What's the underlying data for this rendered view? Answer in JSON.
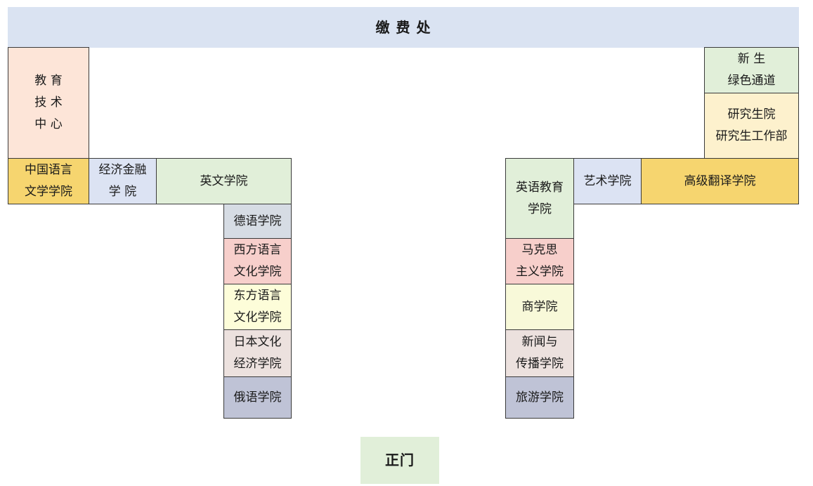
{
  "colors": {
    "header": "#dae3f2",
    "peach": "#fde5d8",
    "yellow": "#f6d56f",
    "blue": "#dce3f3",
    "green": "#e1efd9",
    "gray_blue": "#d6dce4",
    "pink": "#f7cfcb",
    "light_yellow": "#fdfdd9",
    "mauve": "#ece1de",
    "slate": "#bfc3d6",
    "cream": "#fdf1cd",
    "pale_yellow": "#f8f9d9"
  },
  "header": {
    "label": "缴  费  处"
  },
  "gate": {
    "label": "正门"
  },
  "left": {
    "edu_tech": "教 育\n技 术\n中 心",
    "chinese": "中国语言\n文学学院",
    "finance": "经济金融\n学 院",
    "english": "英文学院",
    "german": "德语学院",
    "western": "西方语言\n文化学院",
    "eastern": "东方语言\n文化学院",
    "japanese": "日本文化\n经济学院",
    "russian": "俄语学院"
  },
  "right": {
    "freshman": "新  生\n绿色通道",
    "graduate": "研究生院\n研究生工作部",
    "eng_edu": "英语教育\n学院",
    "arts": "艺术学院",
    "translation": "高级翻译学院",
    "marxism": "马克思\n主义学院",
    "business": "商学院",
    "journalism": "新闻与\n传播学院",
    "tourism": "旅游学院"
  }
}
